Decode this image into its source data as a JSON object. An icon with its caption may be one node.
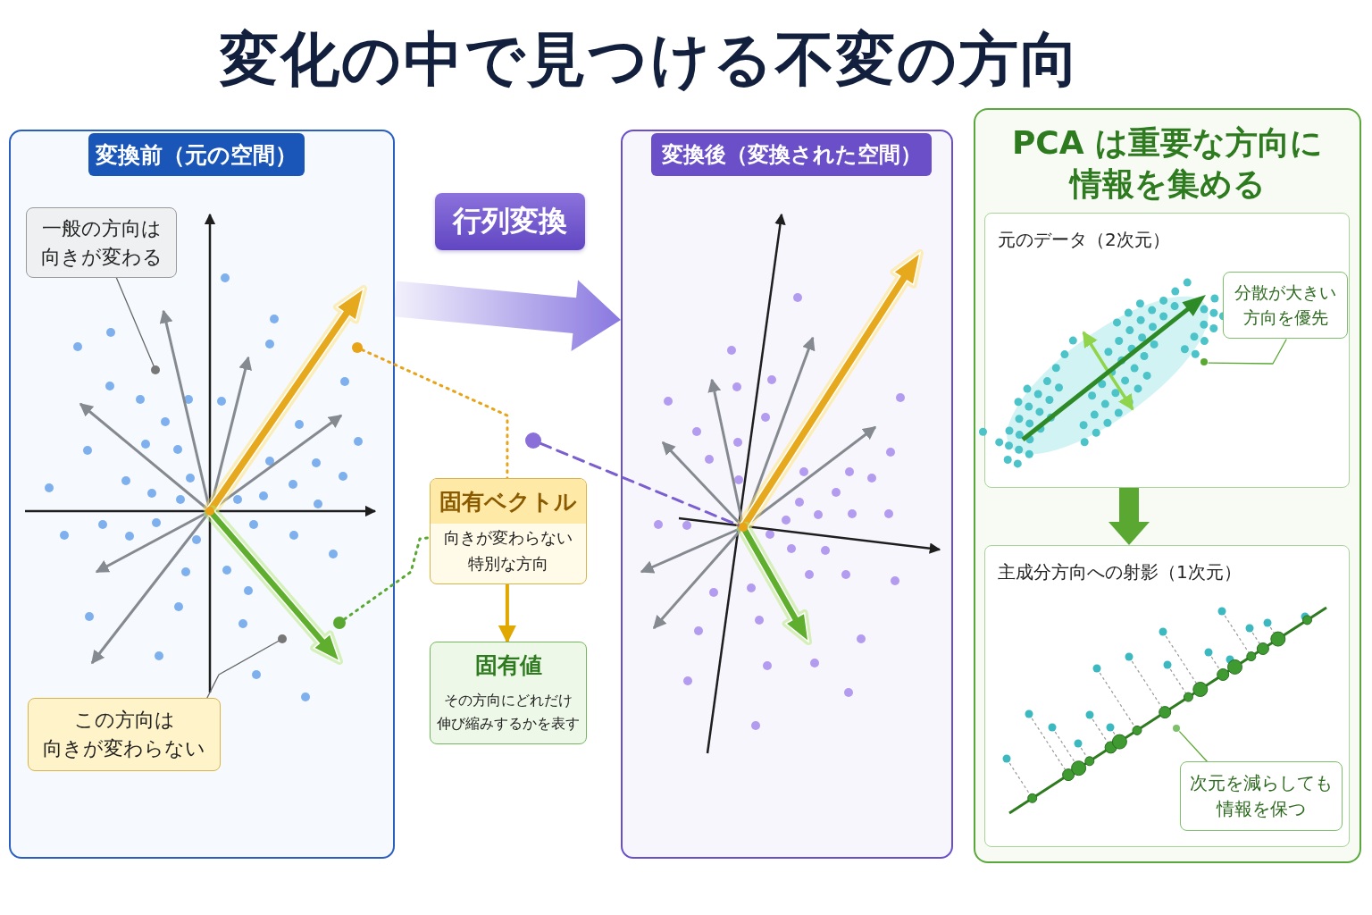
{
  "diagram": {
    "title": "変化の中で見つける不変の方向",
    "nodes": [
      {
        "text": [
          "変換前（元の空間）"
        ]
      },
      {
        "text": [
          "一般の方向は向きが変わる"
        ],
        "in": 0
      },
      {
        "text": [
          "この方向は向きが変わらない"
        ],
        "in": 0
      },
      {
        "text": [],
        "shape": "circle",
        "in": 0
      },
      {
        "text": [],
        "shape": "circle",
        "in": 0
      },
      {
        "text": [],
        "shape": "circle",
        "in": 0
      },
      {
        "text": [],
        "shape": "circle",
        "in": 0
      },
      {
        "text": [
          "行列変換"
        ]
      },
      {
        "text": [
          "固有ベクトル",
          "向きが変わらない特別な方向"
        ]
      },
      {
        "text": [
          "固有値",
          "その方向にどれだけ伸び縮みするかを表す"
        ]
      },
      {
        "text": [
          "変換後（変換された空間）"
        ]
      },
      {
        "text": [],
        "shape": "circle"
      },
      {
        "text": [],
        "shape": "circle",
        "in": 10
      },
      {
        "text": [
          "PCA は重要な方向に情報を集める"
        ]
      },
      {
        "text": [
          "元のデータ（2次元）"
        ],
        "in": 13
      },
      {
        "text": [
          "分散が大きい方向を優先"
        ],
        "in": 14
      },
      {
        "text": [],
        "shape": "circle",
        "in": 14
      },
      {
        "text": [
          "主成分方向への射影（1次元）"
        ],
        "in": 13
      },
      {
        "text": [
          "次元を減らしても情報を保つ"
        ],
        "in": 17
      },
      {
        "text": [],
        "shape": "circle",
        "in": 17
      }
    ],
    "edges": [
      {
        "from": 0,
        "to": 10,
        "arrow": "to",
        "style": "thick",
        "color": "#8a78e0"
      },
      {
        "from": 1,
        "to": 3,
        "arrow": "none"
      },
      {
        "from": 2,
        "to": 4,
        "arrow": "none"
      },
      {
        "from": 5,
        "to": 8,
        "arrow": "none",
        "style": "dashed",
        "color": "#e8a317"
      },
      {
        "from": 6,
        "to": 8,
        "arrow": "none",
        "style": "dashed",
        "color": "#5aa832"
      },
      {
        "from": 8,
        "to": 9,
        "arrow": "to",
        "style": "thick",
        "color": "#e0a800"
      },
      {
        "from": 11,
        "to": 12,
        "arrow": "none",
        "style": "dashed",
        "color": "#7b5fd0"
      },
      {
        "from": 14,
        "to": 17,
        "arrow": "to",
        "style": "thick",
        "color": "#5aa832"
      },
      {
        "from": 15,
        "to": 16,
        "arrow": "none",
        "color": "#5aa832"
      },
      {
        "from": 18,
        "to": 19,
        "arrow": "none",
        "color": "#5aa832"
      }
    ]
  }
}
